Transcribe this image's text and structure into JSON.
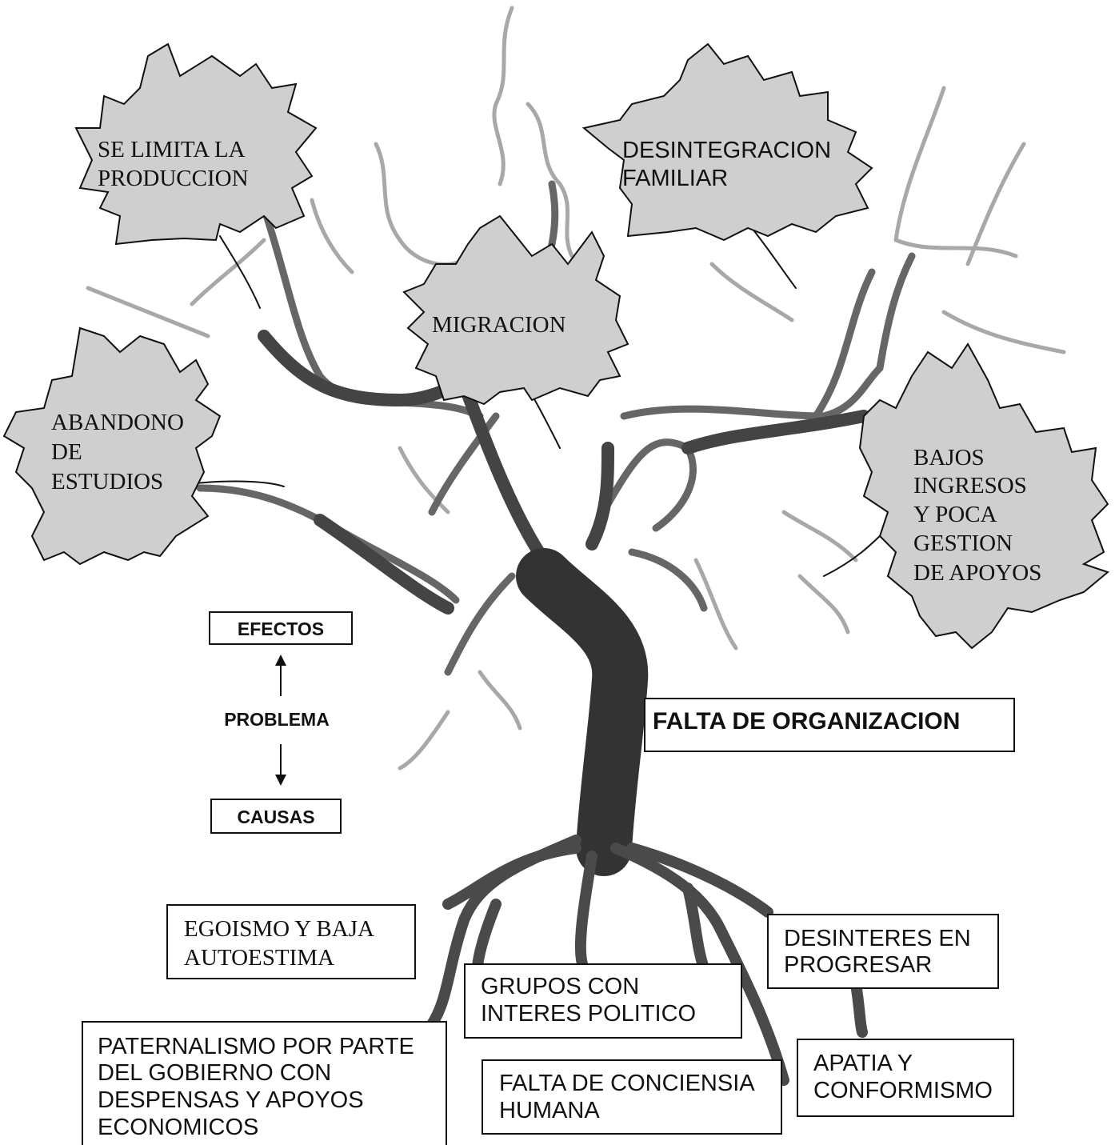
{
  "problem": {
    "label": "FALTA DE ORGANIZACION"
  },
  "effects": [
    {
      "id": "produccion",
      "lines": [
        "SE LIMITA LA",
        "PRODUCCION"
      ]
    },
    {
      "id": "desintegracion",
      "lines": [
        "DESINTEGRACION",
        "FAMILIAR"
      ]
    },
    {
      "id": "migracion",
      "lines": [
        "MIGRACION"
      ]
    },
    {
      "id": "abandono",
      "lines": [
        "ABANDONO",
        "DE",
        "ESTUDIOS"
      ]
    },
    {
      "id": "bajos",
      "lines": [
        "BAJOS",
        "INGRESOS",
        "Y POCA",
        "GESTION",
        "DE APOYOS"
      ]
    }
  ],
  "causes": [
    {
      "id": "egoismo",
      "lines": [
        "EGOISMO Y BAJA",
        "AUTOESTIMA"
      ]
    },
    {
      "id": "desinteres",
      "lines": [
        "DESINTERES EN",
        "PROGRESAR"
      ]
    },
    {
      "id": "grupos",
      "lines": [
        "GRUPOS CON",
        "INTERES POLITICO"
      ]
    },
    {
      "id": "paternalismo",
      "lines": [
        "PATERNALISMO POR PARTE",
        "DEL GOBIERNO CON",
        "DESPENSAS Y APOYOS",
        "ECONOMICOS"
      ]
    },
    {
      "id": "conciencia",
      "lines": [
        "FALTA DE CONCIENSIA",
        "HUMANA"
      ]
    },
    {
      "id": "apatia",
      "lines": [
        "APATIA Y",
        "CONFORMISMO"
      ]
    }
  ],
  "legend": {
    "effects_label": "EFECTOS",
    "problem_label": "PROBLEMA",
    "causes_label": "CAUSAS"
  },
  "colors": {
    "leaf_fill": "#cfcfcf",
    "trunk": "#3a3a3a",
    "branch": "#555555",
    "twig": "#9a9a9a"
  }
}
